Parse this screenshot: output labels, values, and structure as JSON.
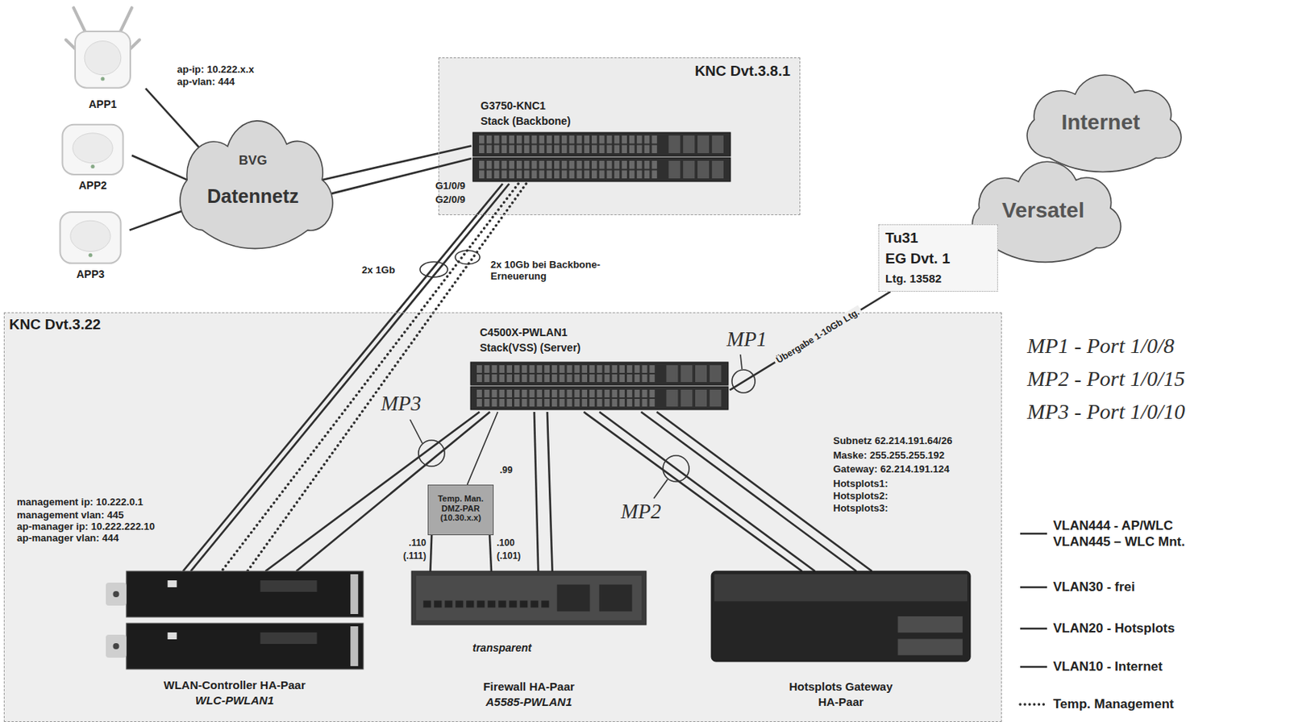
{
  "diagram": {
    "nodes": [
      {
        "text": [
          "APP1"
        ]
      },
      {
        "text": [
          "KNC Dvt.3.8.1"
        ]
      },
      {
        "text": [
          "G3750-KNC1",
          "Stack (Backbone)"
        ],
        "in": 1
      },
      {
        "text": [
          "Internet"
        ]
      },
      {
        "text": [
          "APP2"
        ]
      },
      {
        "text": [
          "BVG",
          "Datennetz"
        ]
      },
      {
        "text": [
          "Versatel"
        ]
      },
      {
        "text": [
          "APP3"
        ]
      },
      {
        "text": [
          "Tu31",
          "EG Dvt. 1",
          "Ltg. 13582"
        ]
      },
      {
        "text": [
          "KNC Dvt.3.22"
        ]
      },
      {
        "text": [
          "C4500X-PWLAN1",
          "Stack(VSS) (Server)"
        ],
        "in": 9
      },
      {
        "text": [
          "Temp. Man. DMZ-PAR (10.30.x.x)"
        ],
        "in": 9
      },
      {
        "text": [
          "WLAN-Controller HA-Paar",
          "WLC-PWLAN1"
        ],
        "in": 9
      },
      {
        "text": [
          "Firewall HA-Paar",
          "A5585-PWLAN1"
        ],
        "in": 9
      },
      {
        "text": [
          "Hotsplots Gateway",
          "HA-Paar"
        ],
        "in": 9
      }
    ],
    "edges": [
      {
        "from": 0,
        "to": 5,
        "arrow": "none"
      },
      {
        "from": 4,
        "to": 5,
        "arrow": "none"
      },
      {
        "from": 7,
        "to": 5,
        "arrow": "none"
      },
      {
        "from": 5,
        "to": 2,
        "arrow": "none"
      },
      {
        "from": 5,
        "to": 2,
        "arrow": "none"
      },
      {
        "from": 2,
        "to": 12,
        "arrow": "none"
      },
      {
        "from": 2,
        "to": 12,
        "arrow": "none"
      },
      {
        "from": 2,
        "to": 12,
        "arrow": "none"
      },
      {
        "from": 2,
        "to": 12,
        "arrow": "none"
      },
      {
        "from": 8,
        "to": 10,
        "label": "Übergabe 1-10Gb Ltg.",
        "arrow": "none"
      },
      {
        "from": 10,
        "to": 12,
        "arrow": "none"
      },
      {
        "from": 10,
        "to": 12,
        "arrow": "none"
      },
      {
        "from": 10,
        "to": 11,
        "arrow": "none"
      },
      {
        "from": 11,
        "to": 13,
        "arrow": "none"
      },
      {
        "from": 11,
        "to": 13,
        "arrow": "none"
      },
      {
        "from": 10,
        "to": 13,
        "arrow": "none"
      },
      {
        "from": 10,
        "to": 13,
        "arrow": "none"
      },
      {
        "from": 10,
        "to": 14,
        "arrow": "none"
      },
      {
        "from": 10,
        "to": 14,
        "arrow": "none"
      },
      {
        "from": 10,
        "to": 14,
        "arrow": "none"
      },
      {
        "from": 10,
        "to": 14,
        "arrow": "none"
      }
    ],
    "labels": [
      "ap-ip: 10.222.x.x",
      "ap-vlan: 444",
      "G1/0/9",
      "G2/0/9",
      "2x 1Gb",
      "2x 10Gb bei Backbone-Erneuerung",
      "MP1",
      "MP1 - Port 1/0/8",
      "MP2 - Port 1/0/15",
      "MP3 - Port 1/0/10",
      "MP3",
      ".99",
      "management ip: 10.222.0.1",
      "management vlan: 445",
      "ap-manager ip: 10.222.222.10",
      "ap-manager vlan: 444",
      "Subnetz 62.214.191.64/26",
      "Maske: 255.255.255.192",
      "Gateway: 62.214.191.124",
      "Hotsplots1:",
      "Hotsplots2:",
      "Hotsplots3:",
      ".110",
      "(.111)",
      ".100",
      "(.101)",
      "MP2",
      "transparent"
    ],
    "legend": [
      {
        "text": "VLAN444 - AP/WLC"
      },
      {
        "text": "VLAN445 – WLC Mnt."
      },
      {
        "text": "VLAN30 - frei"
      },
      {
        "text": "VLAN20 - Hotsplots"
      },
      {
        "text": "VLAN10 - Internet"
      },
      {
        "text": "Temp. Management"
      }
    ]
  }
}
